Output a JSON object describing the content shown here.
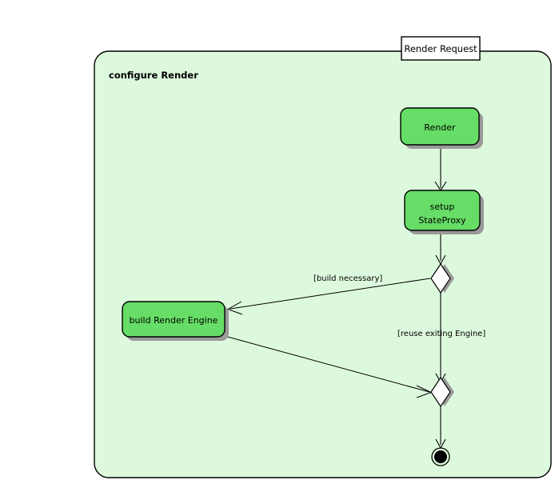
{
  "diagram": {
    "type": "uml-activity-diagram",
    "frame": {
      "title": "configure Render",
      "fill_color": "#ddf9dd",
      "border_color": "#000000"
    },
    "request_box": {
      "label": "Render Request"
    },
    "palette": {
      "activity_fill": "#66dd66",
      "activity_border": "#000000",
      "shadow": "#999999",
      "decision_fill": "#ffffff",
      "final_fill": "#000000",
      "edge": "#000000"
    },
    "activities": [
      {
        "id": "render",
        "label": "Render"
      },
      {
        "id": "setup-state-proxy",
        "label_line1": "setup",
        "label_line2": "StateProxy"
      },
      {
        "id": "build-render-engine",
        "label": "build Render Engine"
      }
    ],
    "decisions": [
      {
        "id": "decision-build",
        "kind": "decision"
      },
      {
        "id": "merge-engine",
        "kind": "merge"
      }
    ],
    "final_node": {
      "id": "activity-final"
    },
    "edges": [
      {
        "from": "render",
        "to": "setup-state-proxy",
        "label": ""
      },
      {
        "from": "setup-state-proxy",
        "to": "decision-build",
        "label": ""
      },
      {
        "from": "decision-build",
        "to": "build-render-engine",
        "label": "[build necessary]"
      },
      {
        "from": "decision-build",
        "to": "merge-engine",
        "label": "[reuse exiting Engine]"
      },
      {
        "from": "build-render-engine",
        "to": "merge-engine",
        "label": ""
      },
      {
        "from": "merge-engine",
        "to": "activity-final",
        "label": ""
      }
    ]
  }
}
